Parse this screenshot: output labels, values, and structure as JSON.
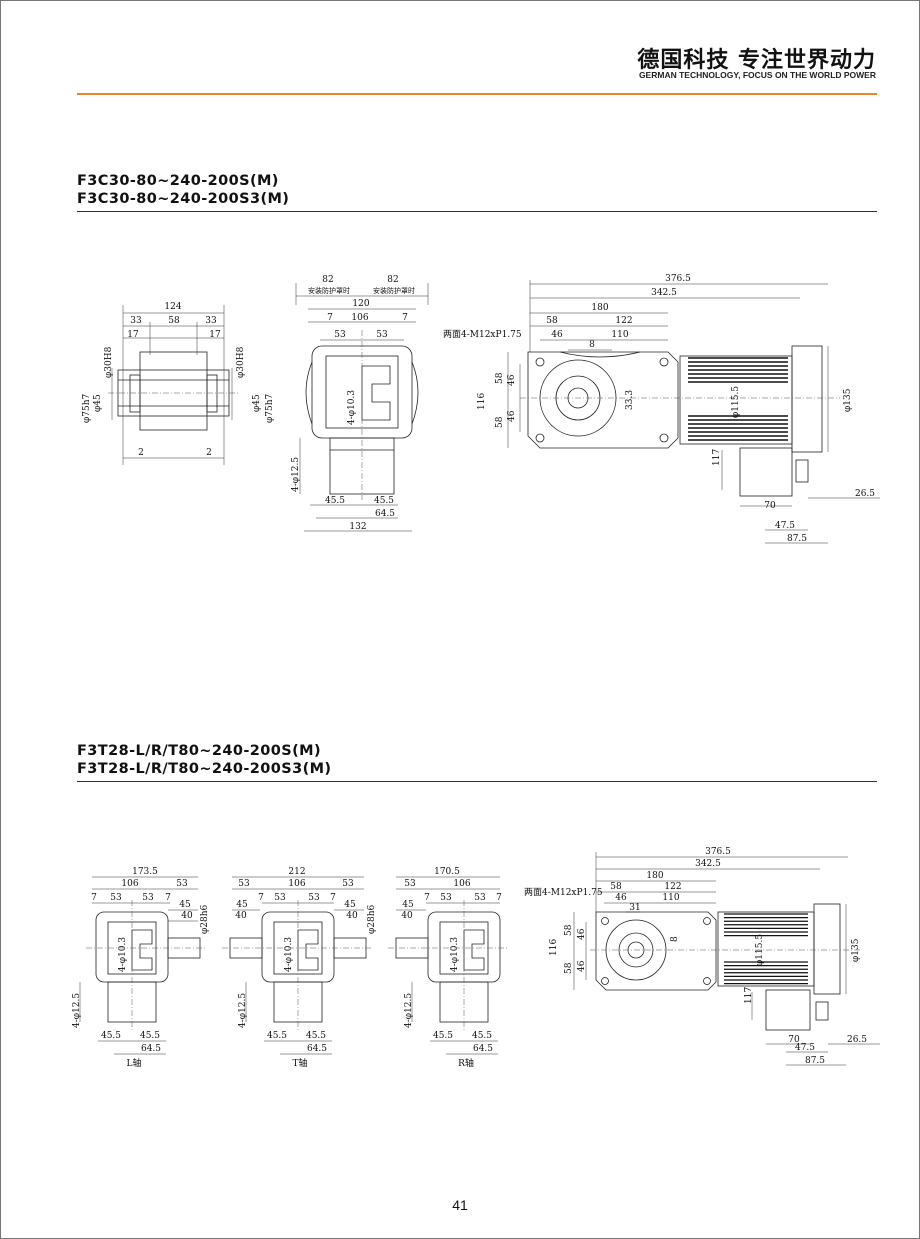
{
  "header": {
    "brand_cn": "德国科技 专注世界动力",
    "brand_en": "GERMAN TECHNOLOGY, FOCUS ON THE WORLD POWER",
    "accent_color": "#e8862a"
  },
  "section1": {
    "title_line1": "F3C30-80~240-200S(M)",
    "title_line2": "F3C30-80~240-200S3(M)",
    "shaft_view": {
      "d_total": "124",
      "d_33a": "33",
      "d_58": "58",
      "d_33b": "33",
      "d_17a": "17",
      "d_17b": "17",
      "d_2a": "2",
      "d_2b": "2",
      "d_phi30h8_l": "φ30H8",
      "d_phi30h8_r": "φ30H8",
      "d_phi75h7_l": "φ75h7",
      "d_phi45_l": "φ45",
      "d_phi45_r": "φ45",
      "d_phi75h7_r": "φ75h7"
    },
    "side_view": {
      "d_82a": "82",
      "cover_a": "安装防护罩时",
      "d_82b": "82",
      "cover_b": "安装防护罩时",
      "d_120": "120",
      "d_7a": "7",
      "d_106": "106",
      "d_7b": "7",
      "d_53a": "53",
      "d_53b": "53",
      "d_4phi103": "4-φ10.3",
      "d_4phi125": "4-φ12.5",
      "d_455a": "45.5",
      "d_455b": "45.5",
      "d_645": "64.5",
      "d_132": "132"
    },
    "front_view": {
      "d_3765": "376.5",
      "d_3425": "342.5",
      "d_180": "180",
      "d_58": "58",
      "d_122": "122",
      "d_46": "46",
      "d_110": "110",
      "d_8": "8",
      "thread_note": "两面4-M12xP1.75",
      "d_116": "116",
      "d_58a": "58",
      "d_46a": "46",
      "d_46b": "46",
      "d_58b": "58",
      "d_333": "33.3",
      "d_phi1155": "φ115.5",
      "d_phi135": "φ135",
      "d_117": "117",
      "d_265": "26.5",
      "d_70": "70",
      "d_475": "47.5",
      "d_875": "87.5"
    }
  },
  "section2": {
    "title_line1": "F3T28-L/R/T80~240-200S(M)",
    "title_line2": "F3T28-L/R/T80~240-200S3(M)",
    "view_l": {
      "caption": "L轴",
      "d_total": "173.5",
      "d_106": "106",
      "d_53r": "53",
      "d_7a": "7",
      "d_53a": "53",
      "d_53b": "53",
      "d_7b": "7",
      "d_45": "45",
      "d_40": "40",
      "d_phi28h6": "φ28h6",
      "d_4phi103": "4-φ10.3",
      "d_4phi125": "4-φ12.5",
      "d_455a": "45.5",
      "d_455b": "45.5",
      "d_645": "64.5"
    },
    "view_t": {
      "caption": "T轴",
      "d_total": "212",
      "d_53l": "53",
      "d_106": "106",
      "d_53r": "53",
      "d_45l": "45",
      "d_7a": "7",
      "d_53a": "53",
      "d_53b": "53",
      "d_7b": "7",
      "d_40l": "40",
      "d_45r": "45",
      "d_40r": "40",
      "d_phi28h6": "φ28h6",
      "d_4phi103": "4-φ10.3",
      "d_4phi125": "4-φ12.5",
      "d_455a": "45.5",
      "d_455b": "45.5",
      "d_645": "64.5"
    },
    "view_r": {
      "caption": "R轴",
      "d_total": "170.5",
      "d_53l": "53",
      "d_106": "106",
      "d_45": "45",
      "d_7a": "7",
      "d_53a": "53",
      "d_53b": "53",
      "d_7b": "7",
      "d_40": "40",
      "d_4phi103": "4-φ10.3",
      "d_4phi125": "4-φ12.5",
      "d_455a": "45.5",
      "d_455b": "45.5",
      "d_645": "64.5"
    },
    "front_view": {
      "d_3765": "376.5",
      "d_3425": "342.5",
      "d_180": "180",
      "thread_note": "两面4-M12xP1.75",
      "d_58": "58",
      "d_122": "122",
      "d_46": "46",
      "d_110": "110",
      "d_31": "31",
      "d_116": "116",
      "d_58a": "58",
      "d_46a": "46",
      "d_46b": "46",
      "d_58b": "58",
      "d_8": "8",
      "d_phi1155": "φ115.5",
      "d_phi135": "φ135",
      "d_117": "117",
      "d_70": "70",
      "d_475": "47.5",
      "d_265": "26.5",
      "d_875": "87.5"
    }
  },
  "footer": {
    "page_number": "41"
  }
}
